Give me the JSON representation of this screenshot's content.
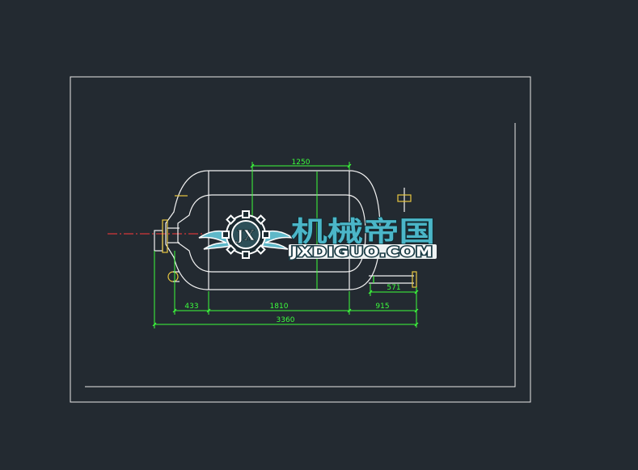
{
  "drawing": {
    "background": "#232a31",
    "colors": {
      "frame": "#e8e8e8",
      "geometry": "#f2f2f2",
      "dimension": "#3cff3c",
      "centerline": "#ff3b3b",
      "accent": "#e8c840"
    },
    "dimensions": {
      "top_span": "1250",
      "left_head": "433",
      "shell": "1810",
      "right_head": "915",
      "nozzle": "571",
      "overall": "3360"
    }
  },
  "watermark": {
    "title_cn": "机械帝国",
    "site": "JXDIGUO.COM",
    "emblem_letters": "JX",
    "icon": "gear-wings-emblem"
  }
}
